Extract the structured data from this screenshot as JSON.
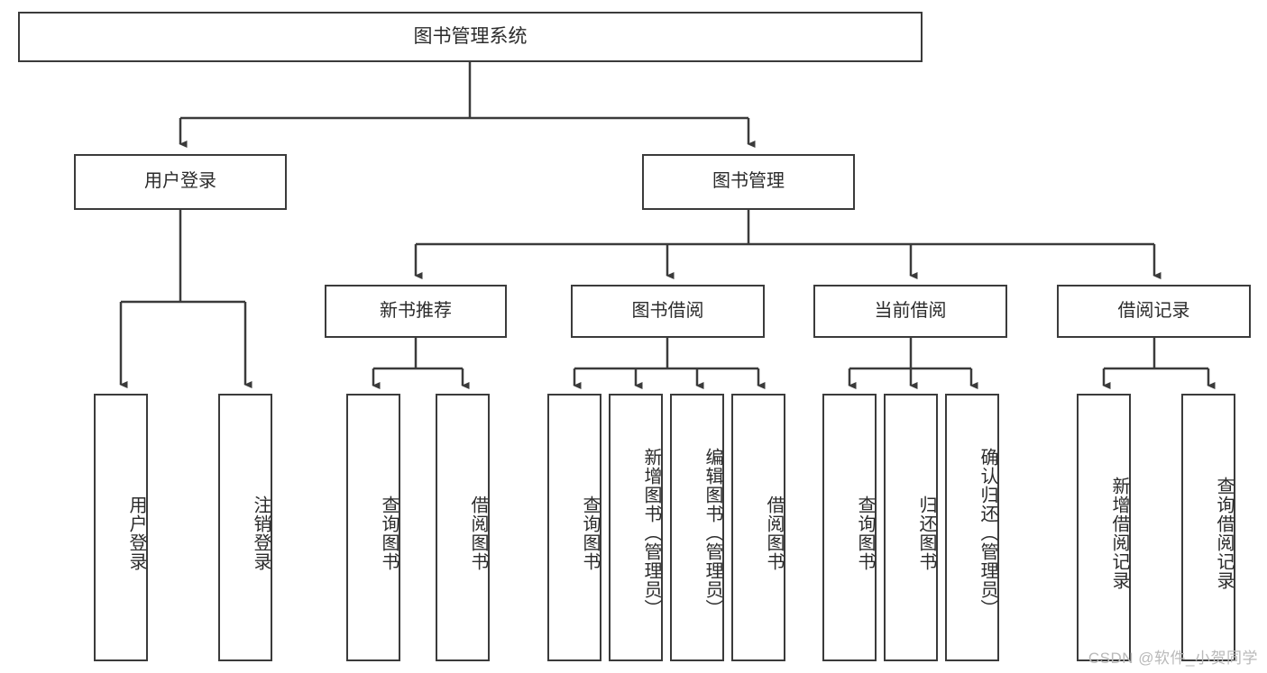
{
  "diagram": {
    "title": "图书管理系统",
    "type": "hierarchy-tree",
    "watermark": "CSDN @软件_小贺同学",
    "colors": {
      "line": "#3b3b3b",
      "box_border": "#3b3b3b",
      "box_fill": "#ffffff",
      "text": "#2b2b2b",
      "watermark": "#b9b9b9"
    },
    "root": {
      "label": "图书管理系统"
    },
    "level1": [
      {
        "label": "用户登录"
      },
      {
        "label": "图书管理"
      }
    ],
    "level2": [
      {
        "label": "新书推荐"
      },
      {
        "label": "图书借阅"
      },
      {
        "label": "当前借阅"
      },
      {
        "label": "借阅记录"
      }
    ],
    "leaves": {
      "user_login": [
        {
          "label": "用户登录"
        },
        {
          "label": "注销登录"
        }
      ],
      "new_book": [
        {
          "label": "查询图书"
        },
        {
          "label": "借阅图书"
        }
      ],
      "borrow_book": [
        {
          "label": "查询图书"
        },
        {
          "label": "新增图书（管理员）"
        },
        {
          "label": "编辑图书（管理员）"
        },
        {
          "label": "借阅图书"
        }
      ],
      "current_borrow": [
        {
          "label": "查询图书"
        },
        {
          "label": "归还图书"
        },
        {
          "label": "确认归还（管理员）"
        }
      ],
      "borrow_record": [
        {
          "label": "新增借阅记录"
        },
        {
          "label": "查询借阅记录"
        }
      ]
    }
  }
}
